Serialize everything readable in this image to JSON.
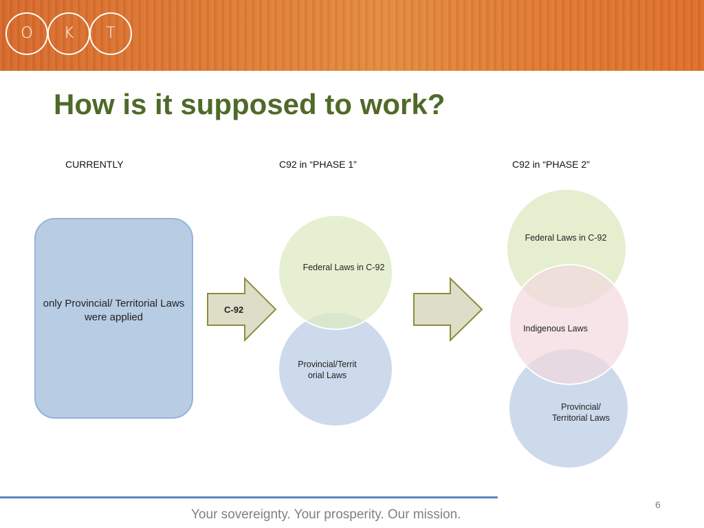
{
  "logo": {
    "letters": [
      "O",
      "K",
      "T"
    ]
  },
  "title": "How is it supposed to work?",
  "columns": {
    "current": "CURRENTLY",
    "phase1": "C92 in “PHASE 1”",
    "phase2": "C92 in “PHASE 2”"
  },
  "current_box": "only Provincial/ Territorial Laws were applied",
  "arrow1_label": "C-92",
  "phase1": {
    "federal": "Federal Laws in C-92",
    "provincial": "Provincial/Territ orial Laws"
  },
  "phase2": {
    "federal": "Federal Laws in C-92",
    "indigenous": "Indigenous Laws",
    "provincial": "Provincial/ Territorial Laws"
  },
  "colors": {
    "green_circle": "#e4edcc",
    "blue_circle": "#c9d8ea",
    "pink_circle": "#f2d9de",
    "box_fill": "#b8cce4",
    "arrow_fill": "#dedec8",
    "arrow_stroke": "#8a8c3a",
    "title": "#4f6a28"
  },
  "footer": {
    "tagline": "Your sovereignty.   Your prosperity.   Our mission.",
    "slide_number": "6"
  }
}
